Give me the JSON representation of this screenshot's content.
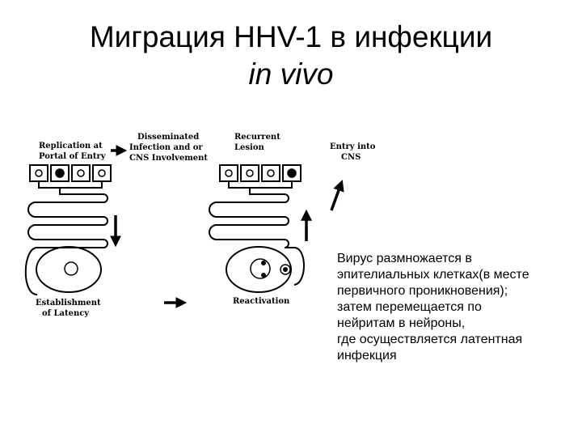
{
  "title": {
    "line1": "Миграция HHV-1 в инфекции",
    "line2": "in vivo"
  },
  "diagram": {
    "labels": {
      "replication": [
        "Replication at",
        "Portal of Entry"
      ],
      "disseminated": [
        "Disseminated",
        "Infection and or",
        "CNS Involvement"
      ],
      "recurrent": [
        "Recurrent",
        "Lesion"
      ],
      "entry": [
        "Entry into",
        "CNS"
      ],
      "establishment": [
        "Establishment",
        "of Latency"
      ],
      "reactivation": [
        "Reactivation"
      ]
    }
  },
  "description": {
    "lines": [
      "Вирус размножается в",
      "эпителиальных клетках(в месте",
      "первичного проникновения);",
      "затем перемещается по",
      "нейритам в нейроны,",
      "где осуществляется латентная",
      "инфекция"
    ]
  }
}
